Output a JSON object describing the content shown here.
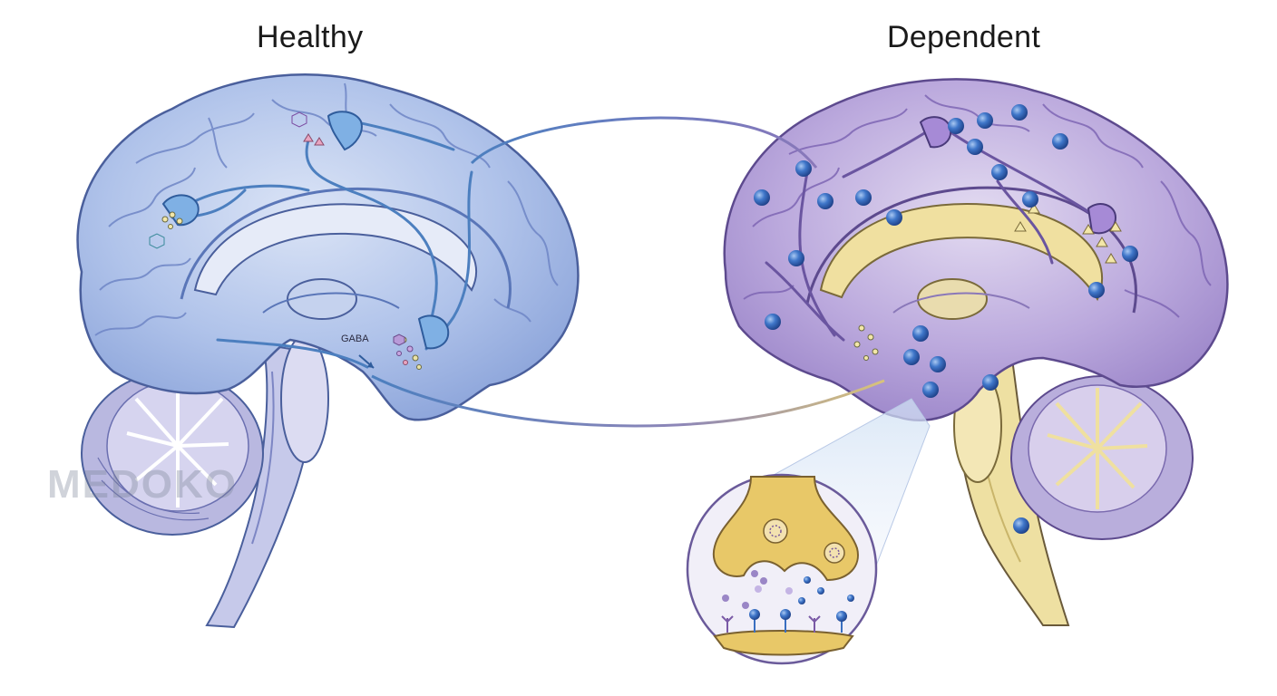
{
  "panels": {
    "healthy": {
      "title": "Healthy"
    },
    "dependent": {
      "title": "Dependent"
    }
  },
  "labels": {
    "neurotransmitter": "GABA"
  },
  "watermark": "MEDOKO",
  "colors": {
    "healthy_brain": "#a9bde6",
    "healthy_outline": "#4a5f9c",
    "dependent_brain": "#b7a6d8",
    "dependent_outline": "#5d4a8e",
    "pathway_blue": "#4c7fbf",
    "dependent_pathway_yellow": "#efe0a0",
    "receptor_blue": "#3a6fc0",
    "cerebellum": "#c7c5e6"
  }
}
